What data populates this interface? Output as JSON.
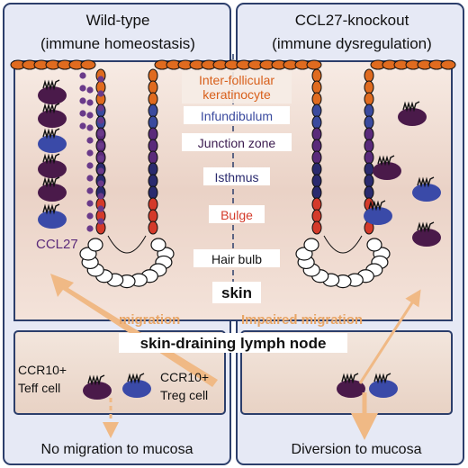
{
  "headings": {
    "left_line1": "Wild-type",
    "left_line2": "(immune homeostasis)",
    "right_line1": "CCL27-knockout",
    "right_line2": "(immune dysregulation)"
  },
  "follicle_labels": {
    "inter_follicular_line1": "Inter-follicular",
    "inter_follicular_line2": "keratinocyte",
    "infundibulum": "Infundibulum",
    "junction_zone": "Junction zone",
    "isthmus": "Isthmus",
    "bulge": "Bulge",
    "hair_bulb": "Hair bulb"
  },
  "skin_label": "skin",
  "ccl27_label": "CCL27",
  "arrows": {
    "migration": "migration",
    "impaired_migration": "Impaired migration"
  },
  "lymph_node": {
    "title": "skin-draining lymph node",
    "teff_line1": "CCR10+",
    "teff_line2": "Teff cell",
    "treg_line1": "CCR10+",
    "treg_line2": "Treg cell"
  },
  "footer": {
    "left": "No migration to mucosa",
    "right": "Diversion to mucosa"
  },
  "colors": {
    "panel_bg": "#e6e9f5",
    "panel_border": "#2c3e6b",
    "keratinocyte": "#e06b1f",
    "infundibulum": "#3a4a9e",
    "junction_zone": "#5a2a7a",
    "isthmus": "#2a2a6e",
    "bulge": "#d43a2a",
    "teff_cell": "#4a1a4a",
    "treg_cell": "#3a4aa8",
    "ccl27_dots": "#6a3a8a",
    "migration_arrow": "#f0b985"
  }
}
